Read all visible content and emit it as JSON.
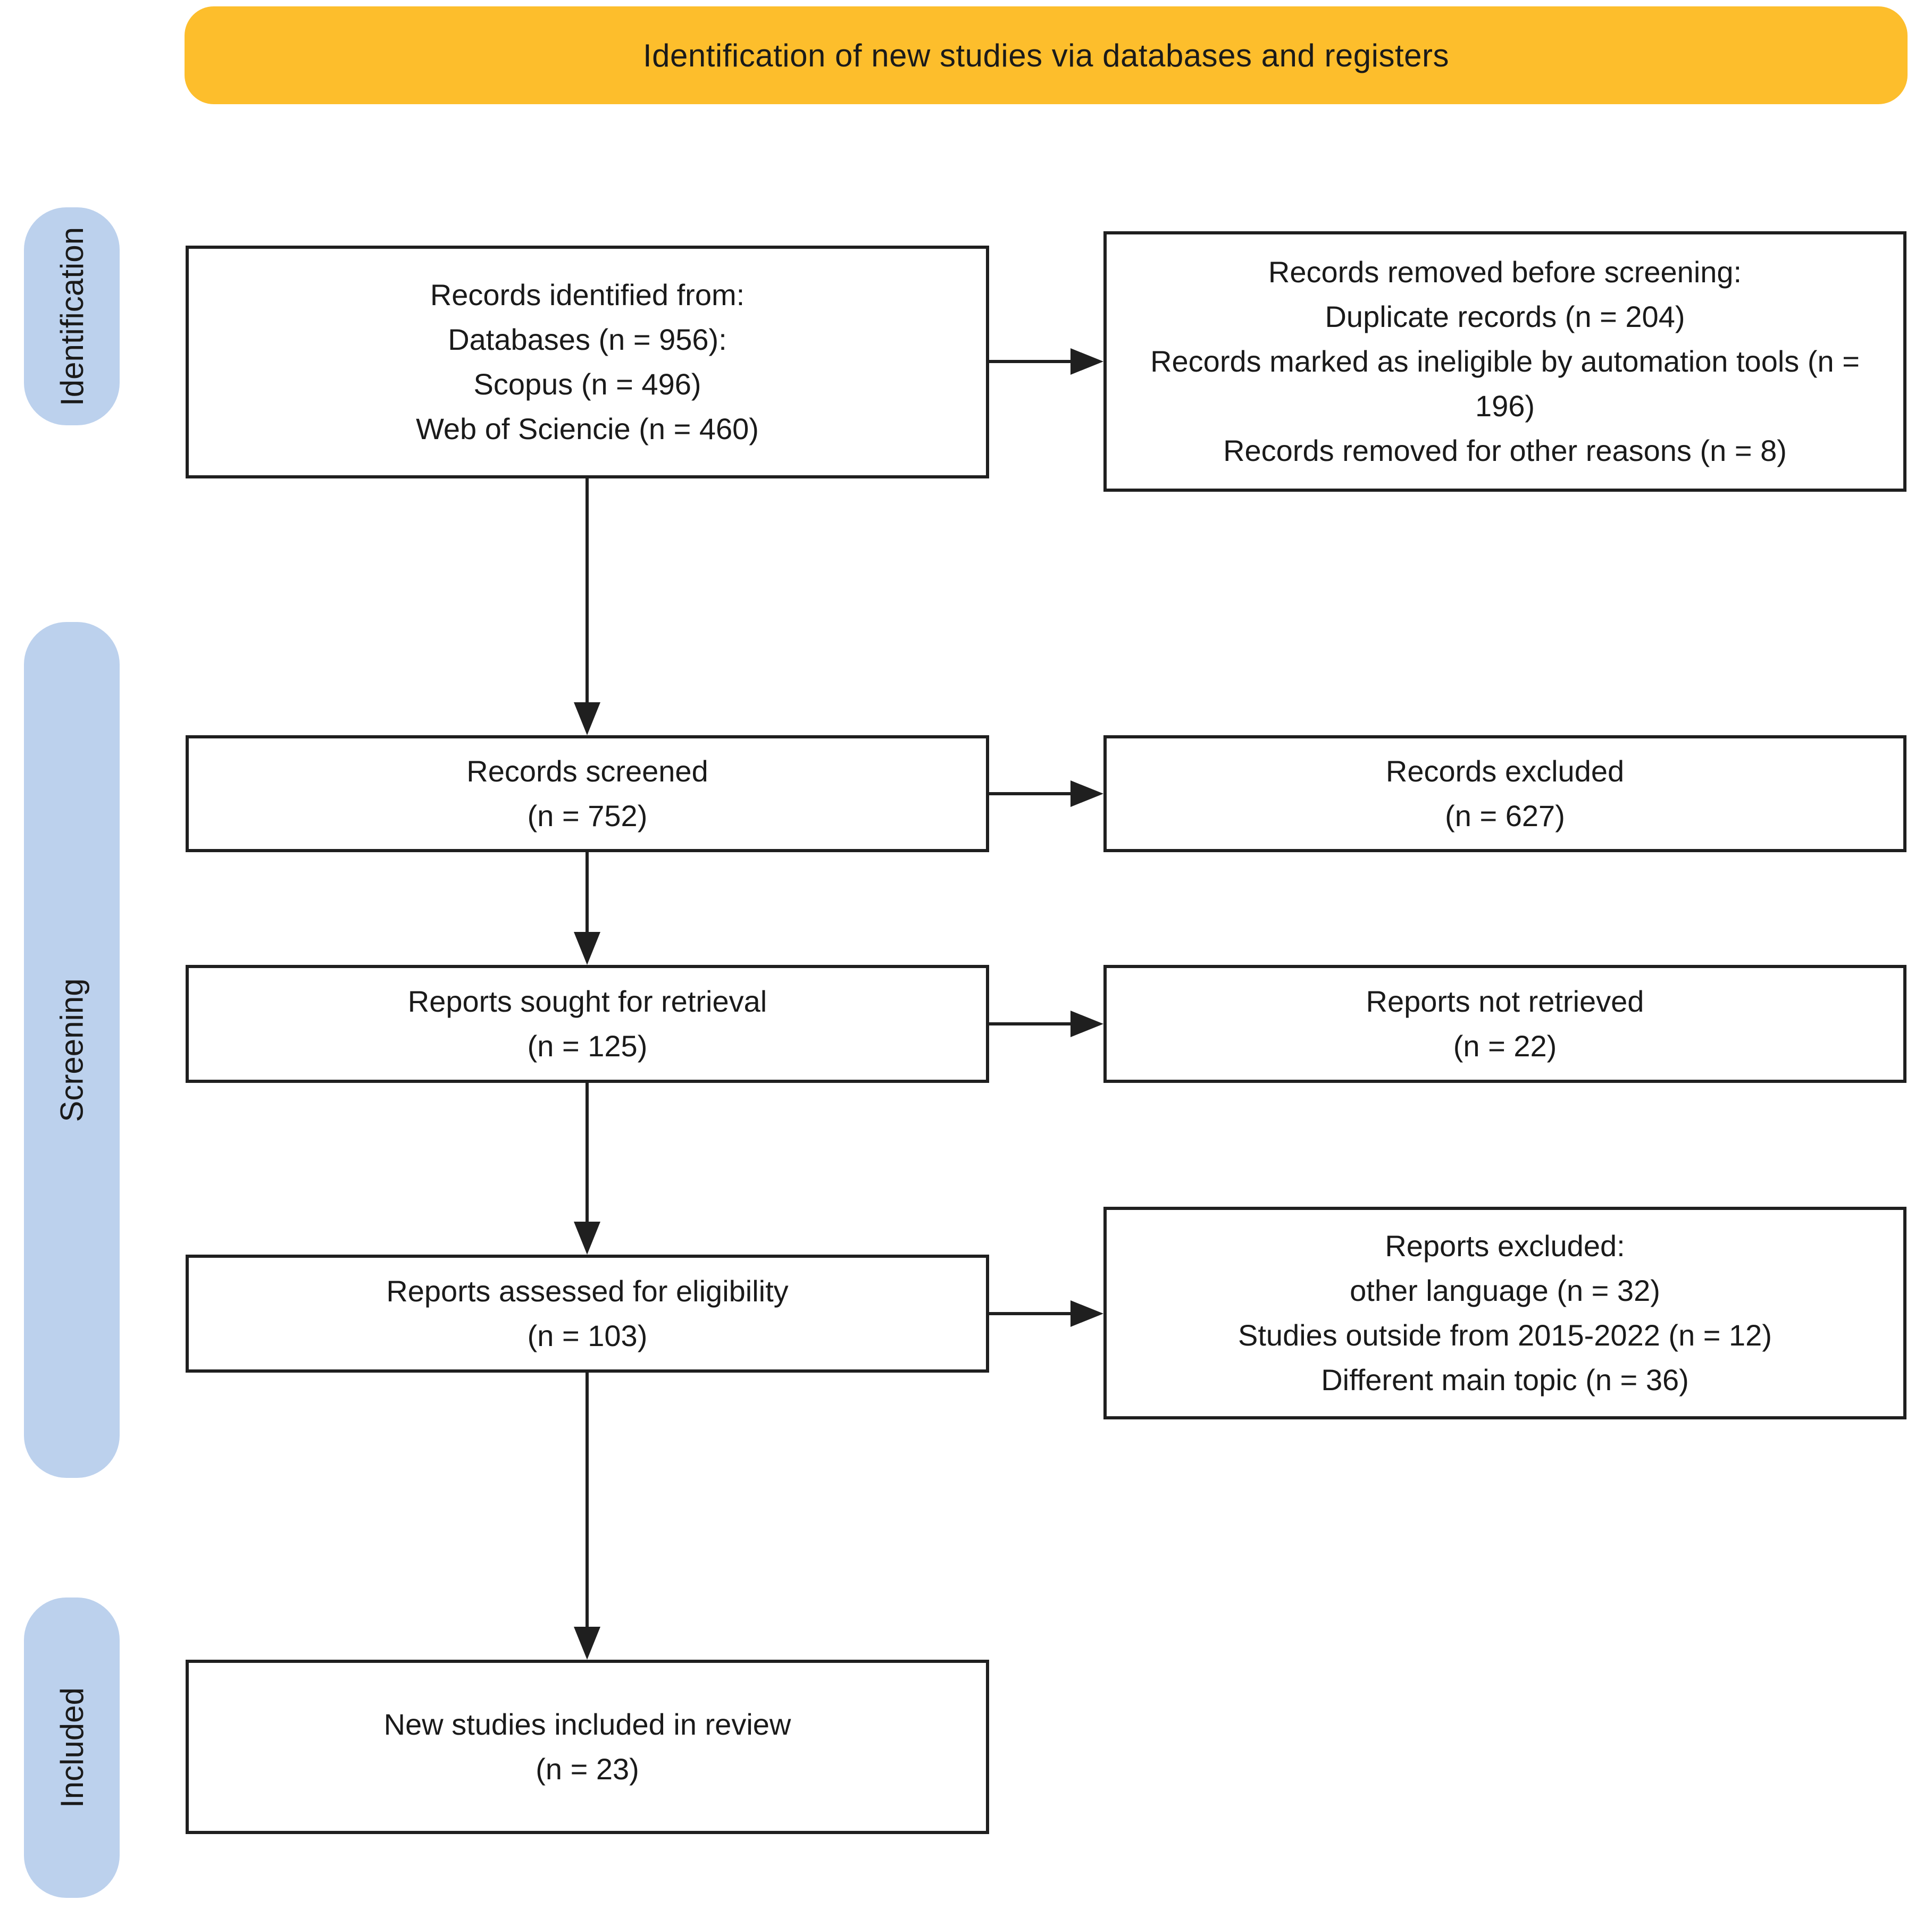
{
  "banner": {
    "title": "Identification of new studies via databases and registers"
  },
  "colors": {
    "banner_bg": "#FDBE2C",
    "stage_bg": "#BCD1ED",
    "box_border": "#1F1F1F",
    "arrow": "#1F1F1F",
    "text": "#1A1A1A"
  },
  "stages": {
    "identification": "Identification",
    "screening": "Screening",
    "included": "Included"
  },
  "boxes": {
    "records_identified": {
      "lines": [
        "Records identified from:",
        "Databases (n = 956):",
        "Scopus (n = 496)",
        "Web of Sciencie (n = 460)"
      ]
    },
    "records_removed": {
      "lines": [
        "Records removed before screening:",
        "Duplicate records (n = 204)",
        "Records marked as ineligible by automation tools (n = 196)",
        "Records removed for other reasons (n = 8)"
      ]
    },
    "records_screened": {
      "lines": [
        "Records screened",
        "(n = 752)"
      ]
    },
    "records_excluded": {
      "lines": [
        "Records excluded",
        "(n = 627)"
      ]
    },
    "reports_sought": {
      "lines": [
        "Reports sought for retrieval",
        "(n = 125)"
      ]
    },
    "reports_not_retrieved": {
      "lines": [
        "Reports not retrieved",
        "(n = 22)"
      ]
    },
    "reports_assessed": {
      "lines": [
        "Reports assessed for eligibility",
        "(n = 103)"
      ]
    },
    "reports_excluded": {
      "lines": [
        "Reports excluded:",
        "other language (n = 32)",
        "Studies outside from 2015-2022 (n = 12)",
        "Different main topic (n = 36)"
      ]
    },
    "new_studies_included": {
      "lines": [
        "New studies included in review",
        "(n = 23)"
      ]
    }
  }
}
